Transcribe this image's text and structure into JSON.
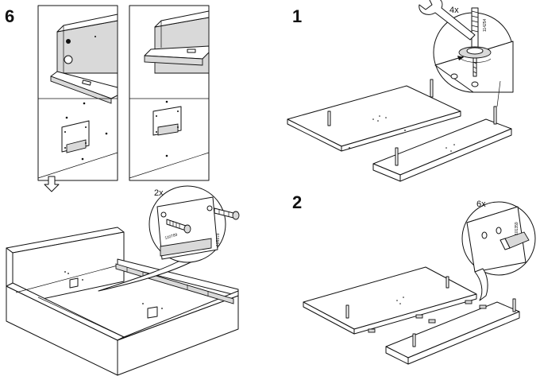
{
  "steps": {
    "s6": "6",
    "s1": "1",
    "s2": "2"
  },
  "counts": {
    "dowels_step1": "4x",
    "screws_step6": "2x",
    "plugs_step2": "6x"
  },
  "part_numbers": {
    "dowel": "114254",
    "screw_a": "110789",
    "screw_b": "105978",
    "plug": "101359"
  },
  "icons": {
    "down_arrow": "down-arrow-icon",
    "rotate_arrow": "rotate-arrow-icon"
  }
}
